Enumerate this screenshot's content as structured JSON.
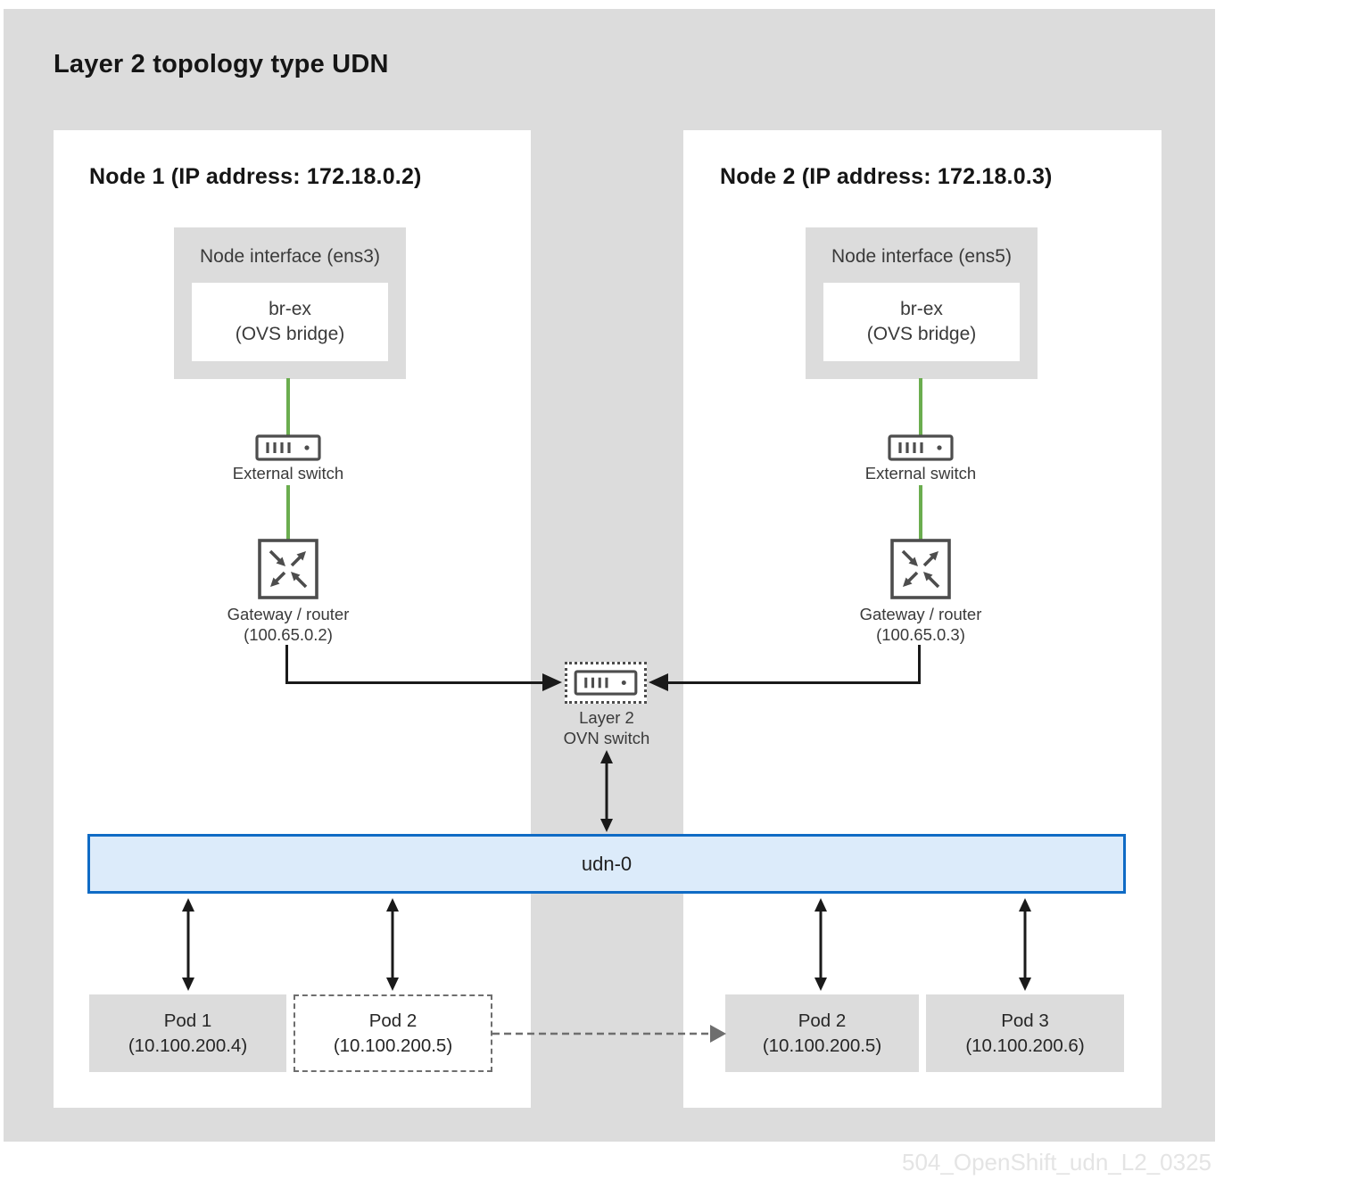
{
  "title": "Layer 2 topology type UDN",
  "watermark": "504_OpenShift_udn_L2_0325",
  "colors": {
    "canvas_background": "#dcdcdc",
    "node_background": "#ffffff",
    "green_link": "#6bad4f",
    "icon_stroke": "#4d4d4d",
    "connector_black": "#1a1a1a",
    "dashed_link_gray": "#6e6e6e",
    "udn_border": "#0f6bc5",
    "udn_fill": "#dcebfa"
  },
  "ovn_switch": {
    "line1": "Layer 2",
    "line2": "OVN switch"
  },
  "udn": {
    "label": "udn-0"
  },
  "nodes": [
    {
      "header": "Node 1 (IP address: 172.18.0.2)",
      "interface_label": "Node interface (ens3)",
      "bridge": {
        "line1": "br-ex",
        "line2": "(OVS bridge)"
      },
      "external_switch_label": "External switch",
      "gateway": {
        "line1": "Gateway / router",
        "line2": "(100.65.0.2)"
      },
      "pods": [
        {
          "name": "Pod 1",
          "ip": "(10.100.200.4)"
        },
        {
          "name": "Pod 2",
          "ip": "(10.100.200.5)"
        }
      ]
    },
    {
      "header": "Node 2 (IP address: 172.18.0.3)",
      "interface_label": "Node interface (ens5)",
      "bridge": {
        "line1": "br-ex",
        "line2": "(OVS bridge)"
      },
      "external_switch_label": "External switch",
      "gateway": {
        "line1": "Gateway / router",
        "line2": "(100.65.0.3)"
      },
      "pods": [
        {
          "name": "Pod 2",
          "ip": "(10.100.200.5)"
        },
        {
          "name": "Pod 3",
          "ip": "(10.100.200.6)"
        }
      ]
    }
  ]
}
